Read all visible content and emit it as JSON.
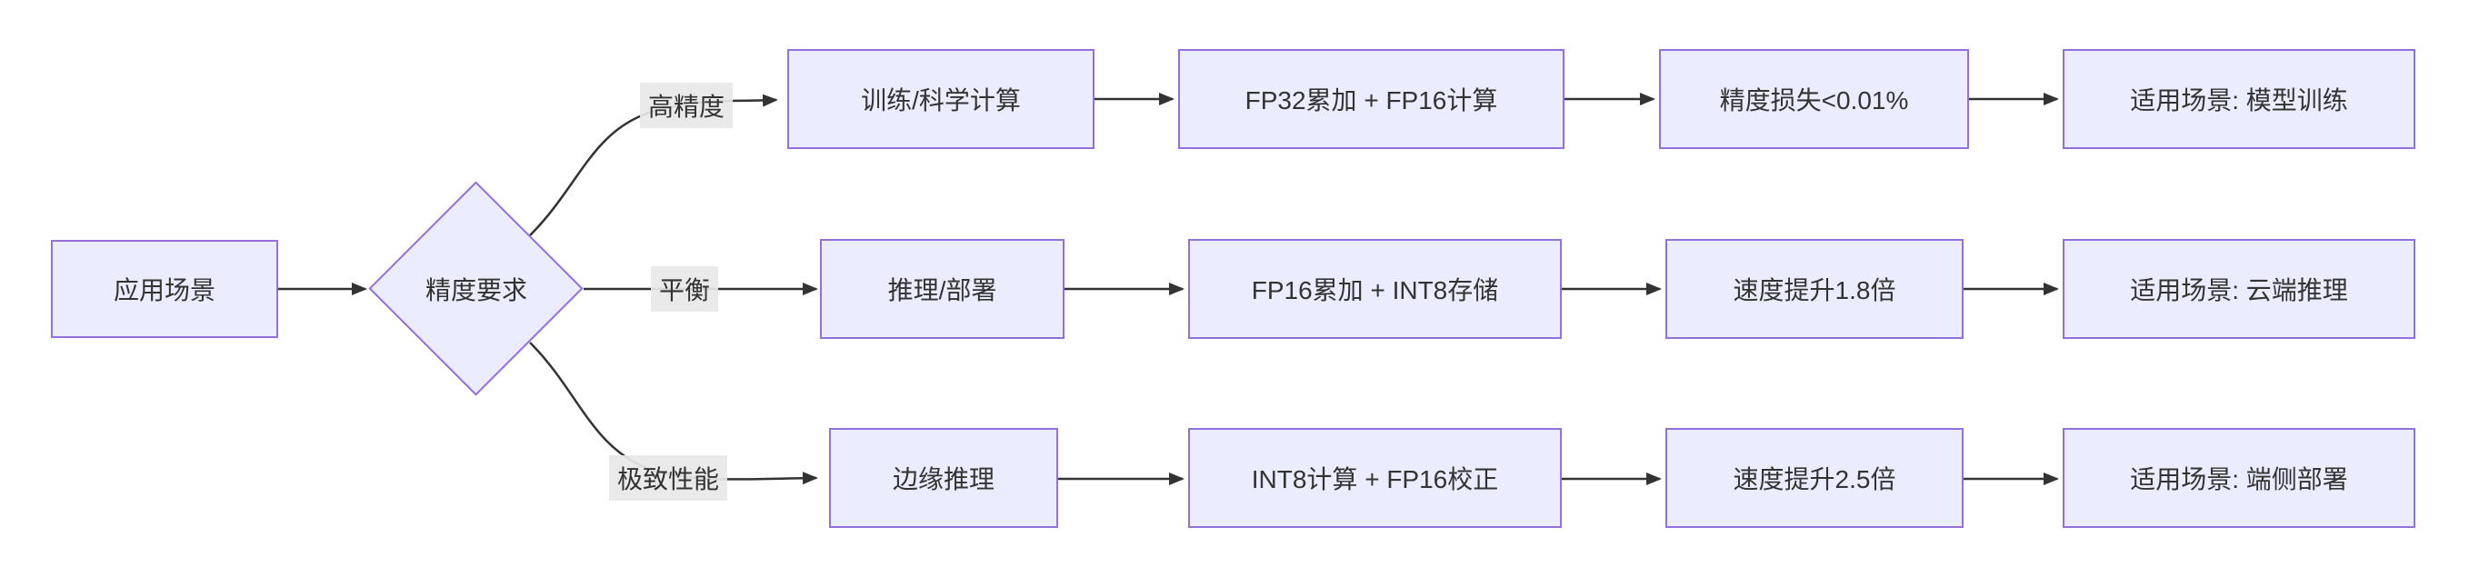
{
  "colors": {
    "background": "#ffffff",
    "node_fill": "#ECECFF",
    "node_border": "#9370DB",
    "edge_line": "#333333",
    "text": "#333333",
    "edge_label_bg": "#e8e8e8"
  },
  "flowchart": {
    "start": "应用场景",
    "decision": "精度要求",
    "branches": [
      {
        "condition": "高精度",
        "steps": [
          "训练/科学计算",
          "FP32累加 + FP16计算",
          "精度损失<0.01%",
          "适用场景: 模型训练"
        ]
      },
      {
        "condition": "平衡",
        "steps": [
          "推理/部署",
          "FP16累加 + INT8存储",
          "速度提升1.8倍",
          "适用场景: 云端推理"
        ]
      },
      {
        "condition": "极致性能",
        "steps": [
          "边缘推理",
          "INT8计算 + FP16校正",
          "速度提升2.5倍",
          "适用场景: 端侧部署"
        ]
      }
    ]
  }
}
